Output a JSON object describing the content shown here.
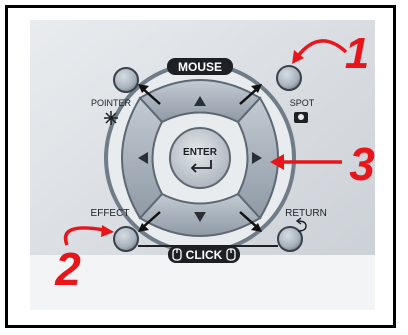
{
  "remote": {
    "mouse_label": "MOUSE",
    "pointer_label": "POINTER",
    "spot_label": "SPOT",
    "effect_label": "EFFECT",
    "return_label": "RETURN",
    "enter_label": "ENTER",
    "click_label": "CLICK"
  },
  "callouts": [
    {
      "number": "1",
      "color": "#e8161b"
    },
    {
      "number": "2",
      "color": "#e8161b"
    },
    {
      "number": "3",
      "color": "#e8161b"
    }
  ],
  "icons": [
    "up-arrow-icon",
    "down-arrow-icon",
    "left-arrow-icon",
    "right-arrow-icon",
    "enter-return-icon",
    "pointer-star-icon",
    "spot-icon",
    "return-curve-icon",
    "mouse-icon"
  ]
}
